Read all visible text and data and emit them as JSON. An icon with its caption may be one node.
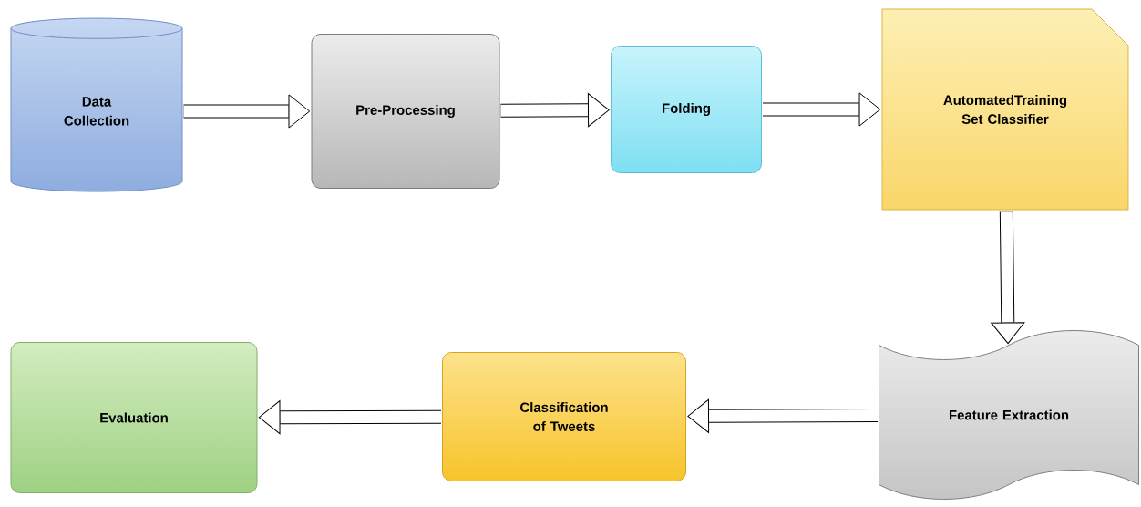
{
  "diagram": {
    "nodes": [
      {
        "text": [
          "Data Collection"
        ]
      },
      {
        "text": [
          "Pre-Processing"
        ]
      },
      {
        "text": [
          "Folding"
        ]
      },
      {
        "text": [
          "AutomatedTraining Set Classifier"
        ]
      },
      {
        "text": [
          "Feature Extraction"
        ]
      },
      {
        "text": [
          "Classification of Tweets"
        ]
      },
      {
        "text": [
          "Evaluation"
        ]
      }
    ],
    "edges": [
      {
        "from": 0,
        "to": 1,
        "arrow": "to"
      },
      {
        "from": 1,
        "to": 2,
        "arrow": "to"
      },
      {
        "from": 2,
        "to": 3,
        "arrow": "to"
      },
      {
        "from": 3,
        "to": 4,
        "arrow": "to"
      },
      {
        "from": 4,
        "to": 5,
        "arrow": "to"
      },
      {
        "from": 5,
        "to": 6,
        "arrow": "to"
      }
    ]
  }
}
